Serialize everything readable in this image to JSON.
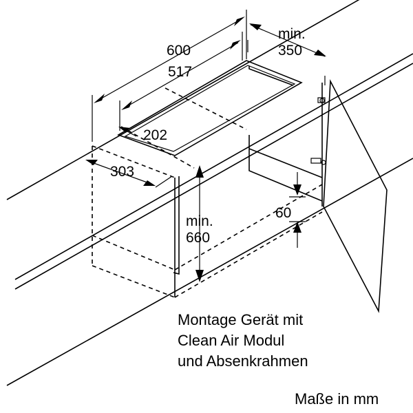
{
  "diagram": {
    "title_lines": [
      "Montage Gerät mit",
      "Clean Air Modul",
      "und Absenkrahmen"
    ],
    "units_label": "Maße in mm",
    "dimensions": {
      "overall_width": "600",
      "inner_width": "517",
      "cutout_depth": "202",
      "cabinet_depth": "303",
      "min_rear_label": "min.",
      "min_rear_value": "350",
      "min_height_label": "min.",
      "min_height_value": "660",
      "shelf_offset": "60"
    }
  }
}
